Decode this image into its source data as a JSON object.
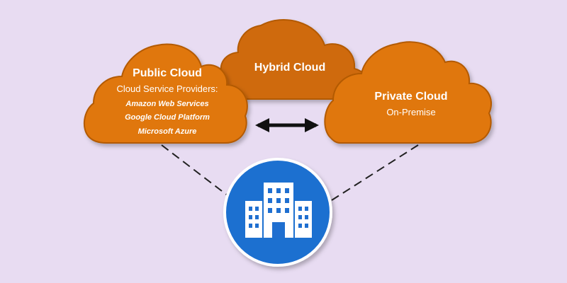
{
  "colors": {
    "background": "#e8dcf2",
    "cloud_fill": "#e0770f",
    "cloud_stroke": "#b35a06",
    "hybrid_fill": "#cf6a0c",
    "building_circle": "#1f6fd0",
    "arrow": "#111111",
    "connector": "#222222"
  },
  "icons": {
    "buildings": "office-buildings-icon",
    "arrow": "double-arrow-icon"
  },
  "public_cloud": {
    "title": "Public Cloud",
    "subtitle": "Cloud Service Providers:",
    "providers": [
      "Amazon Web Services",
      "Google Cloud Platform",
      "Microsoft Azure"
    ]
  },
  "hybrid_cloud": {
    "title": "Hybrid Cloud"
  },
  "private_cloud": {
    "title": "Private Cloud",
    "subtitle": "On-Premise"
  }
}
